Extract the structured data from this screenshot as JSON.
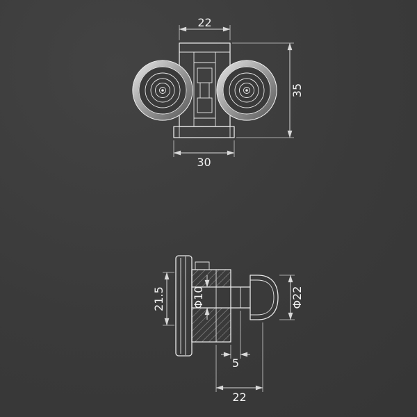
{
  "colors": {
    "background": "#3a3a3a",
    "line": "#e9e9e9",
    "dimension_line": "#d9d9d9",
    "text": "#f2f2f2"
  },
  "front_view": {
    "dim_top_width": "22",
    "dim_side_height": "35",
    "dim_bottom_width": "30"
  },
  "side_view": {
    "dim_bracket_height": "21.5",
    "dim_axle_diameter": "Φ10",
    "dim_roller_diameter": "Φ22",
    "dim_step": "5",
    "dim_bottom_width": "22"
  }
}
